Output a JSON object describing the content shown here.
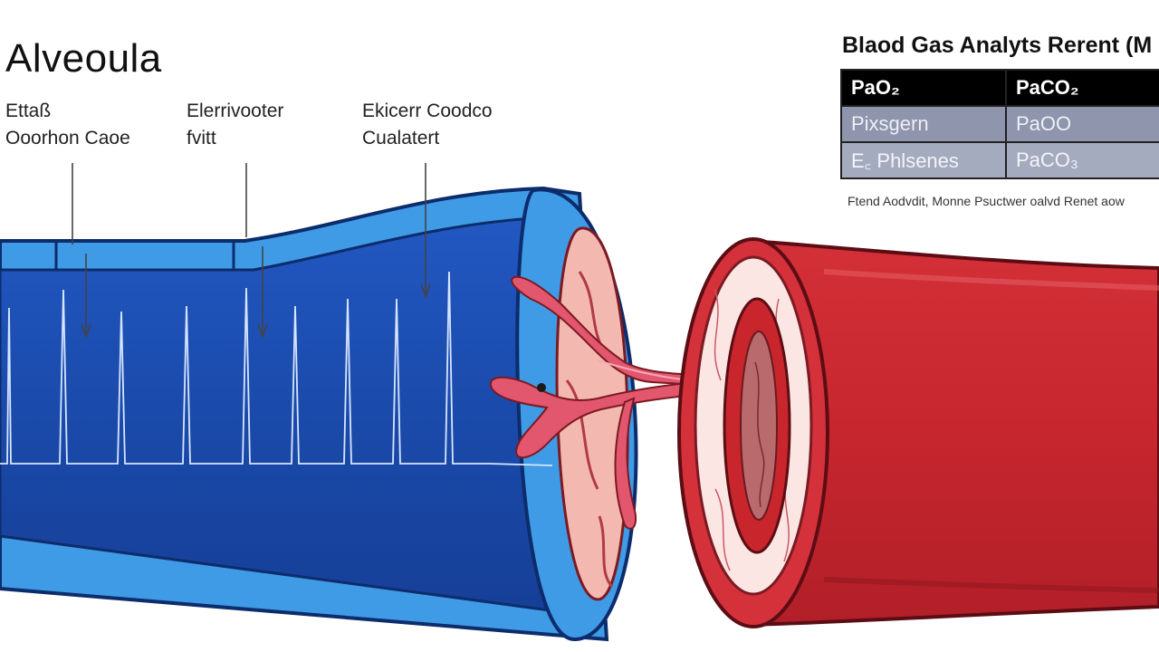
{
  "title": "Alveoula",
  "labels": [
    {
      "line1": "Ettaß",
      "line2": "Ooorhon Caoe"
    },
    {
      "line1": "Elerrivooter",
      "line2": "fvitt"
    },
    {
      "line1": "Ekicerr Coodco",
      "line2": "Cualatert"
    }
  ],
  "report": {
    "title": "Blaod Gas Analyts Rerent (M",
    "headers": [
      "PaO₂",
      "PaCO₂"
    ],
    "rows": [
      [
        "Pixsgern",
        "PaOO"
      ],
      [
        "E꜀ Phlsenes",
        "PaCO₃"
      ]
    ],
    "footer": "Ftend Aodvdit, Monne Psuctwer oalvd Renet aow"
  },
  "colors": {
    "alveolus_blue": "#1b4fb5",
    "alveolus_wall": "#3f9be6",
    "capillary_red": "#c9252d",
    "capillary_pink": "#f3b8b0",
    "table_header": "#000000",
    "table_row": "#8e95ad"
  }
}
